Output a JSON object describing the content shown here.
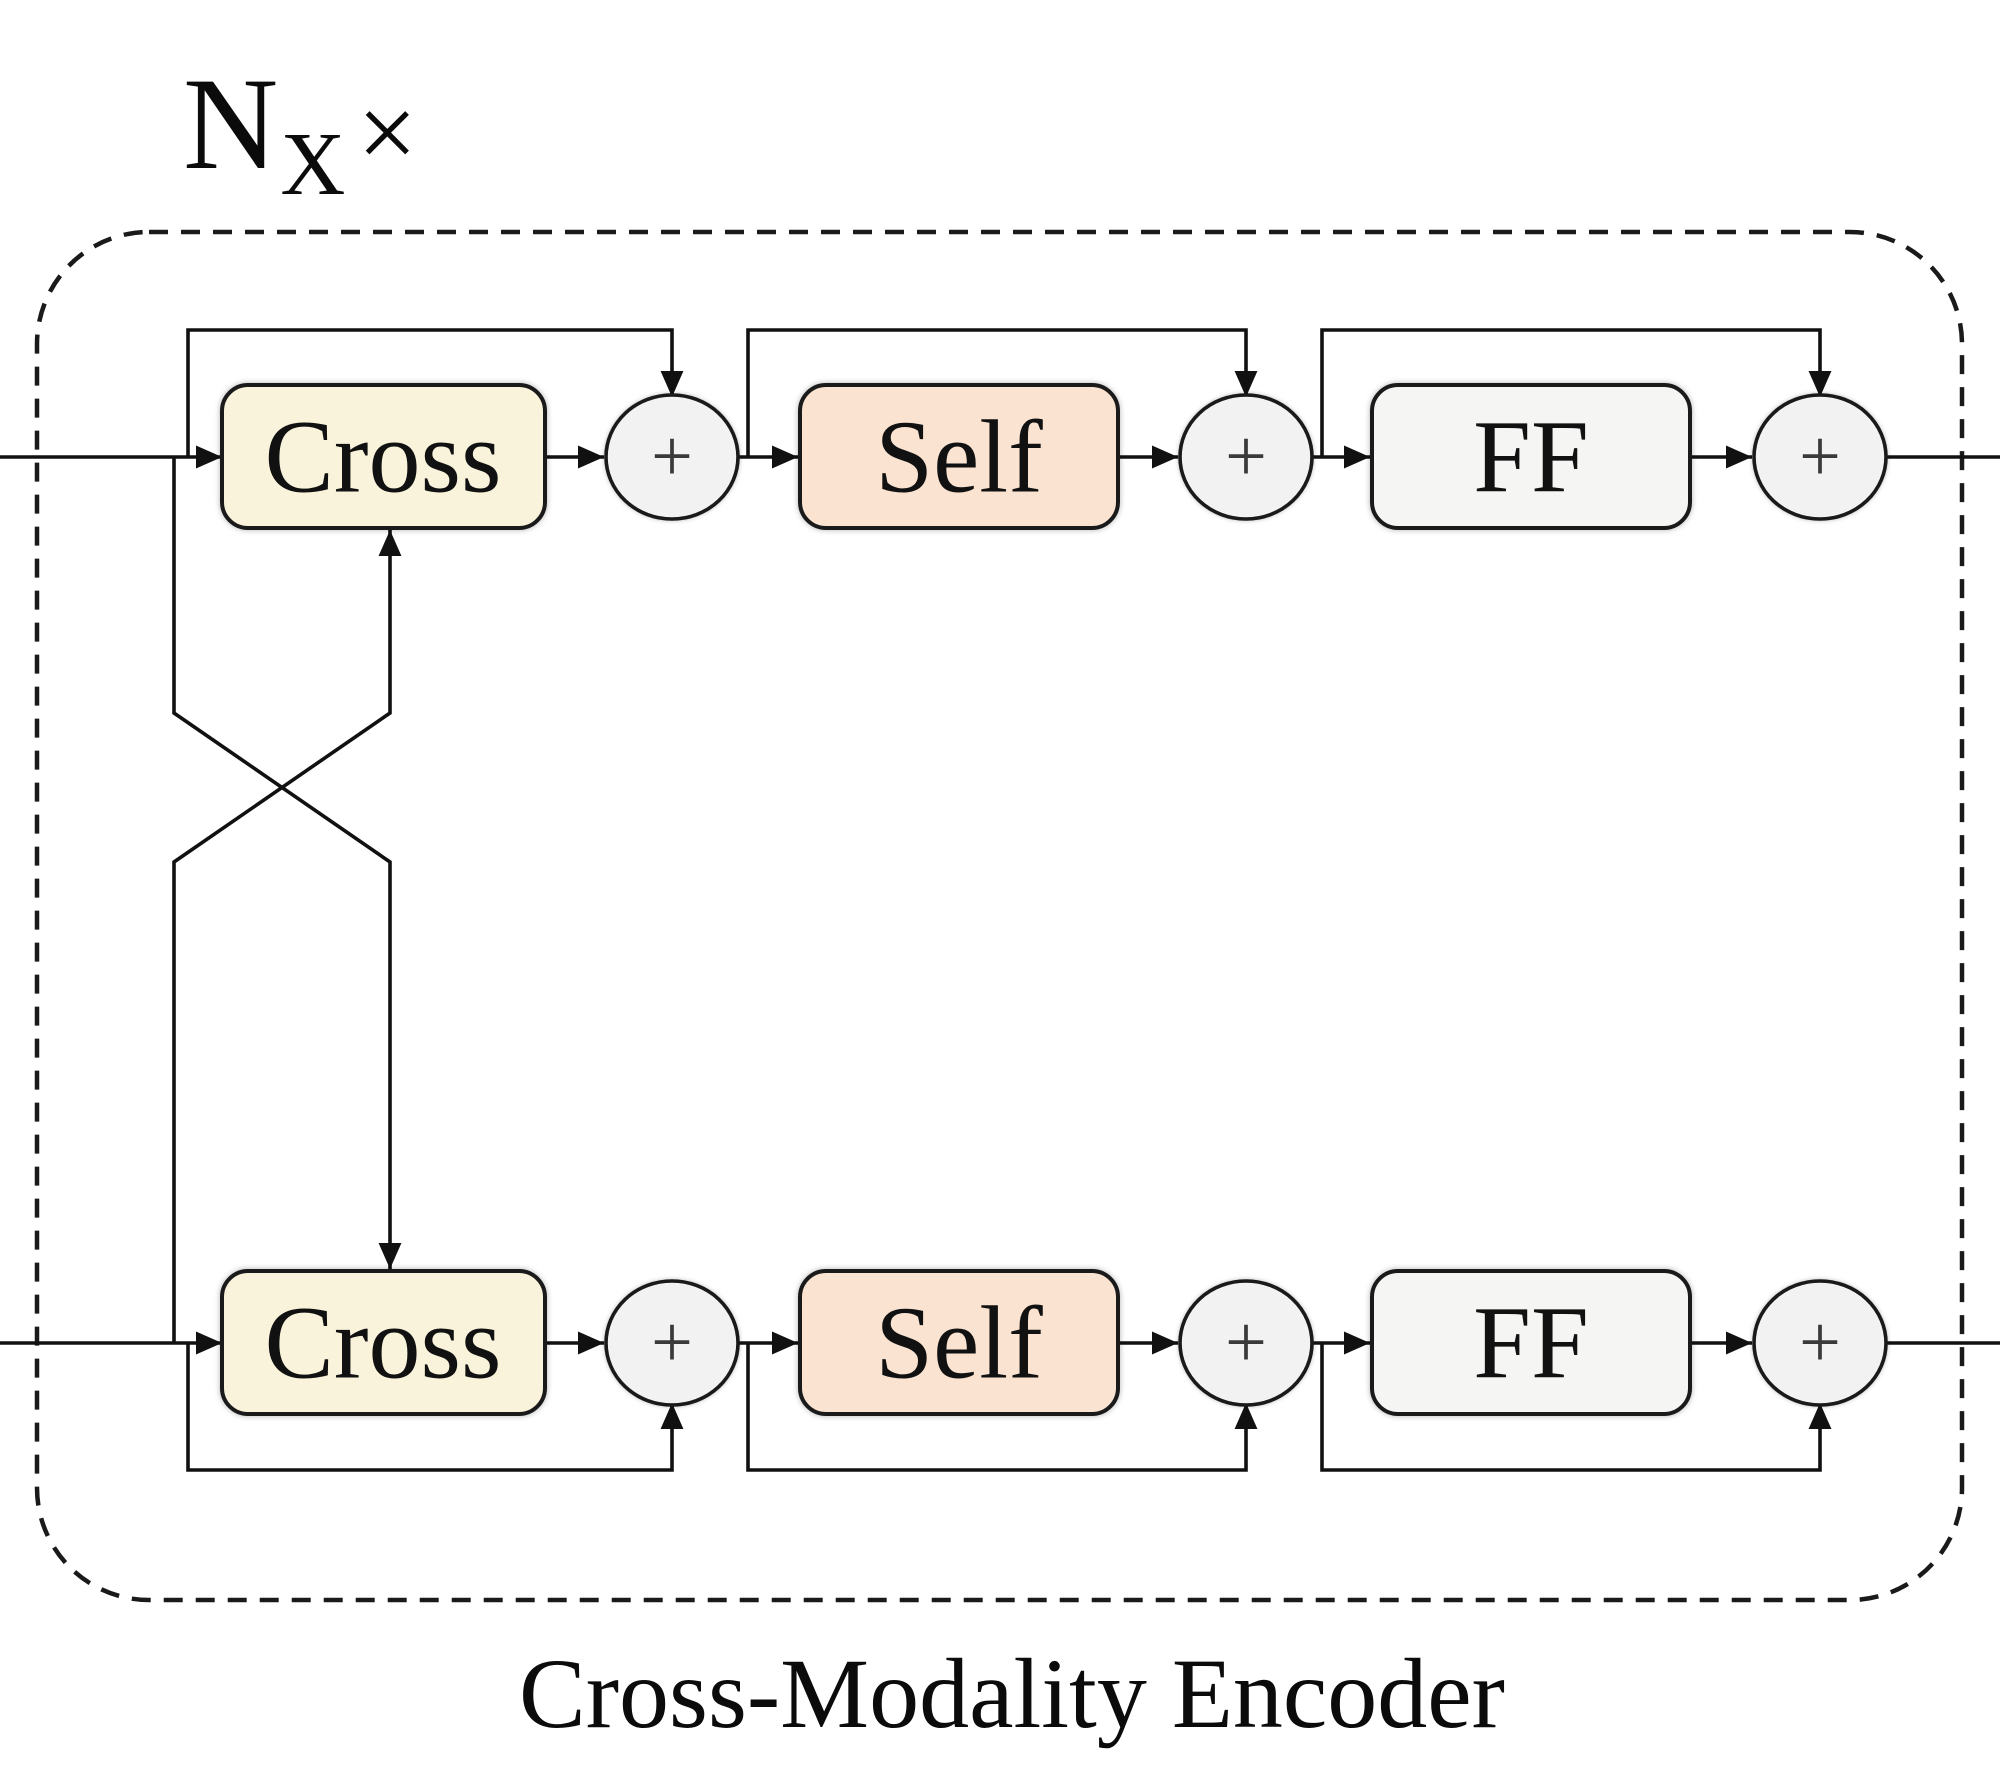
{
  "figure": {
    "repeat_label": {
      "base": "N",
      "subscript": "X",
      "multiplier": "×"
    },
    "caption": "Cross-Modality Encoder",
    "add_operator": "+"
  },
  "blocks": {
    "top_row": [
      "Cross",
      "Self",
      "FF"
    ],
    "bottom_row": [
      "Cross",
      "Self",
      "FF"
    ]
  },
  "colors": {
    "cross_block_fill": "#FAF3DB",
    "self_block_fill": "#FAE3D1",
    "ff_block_fill": "#F5F5F4",
    "add_node_fill": "#F2F2F2",
    "line_stroke": "#111111"
  }
}
